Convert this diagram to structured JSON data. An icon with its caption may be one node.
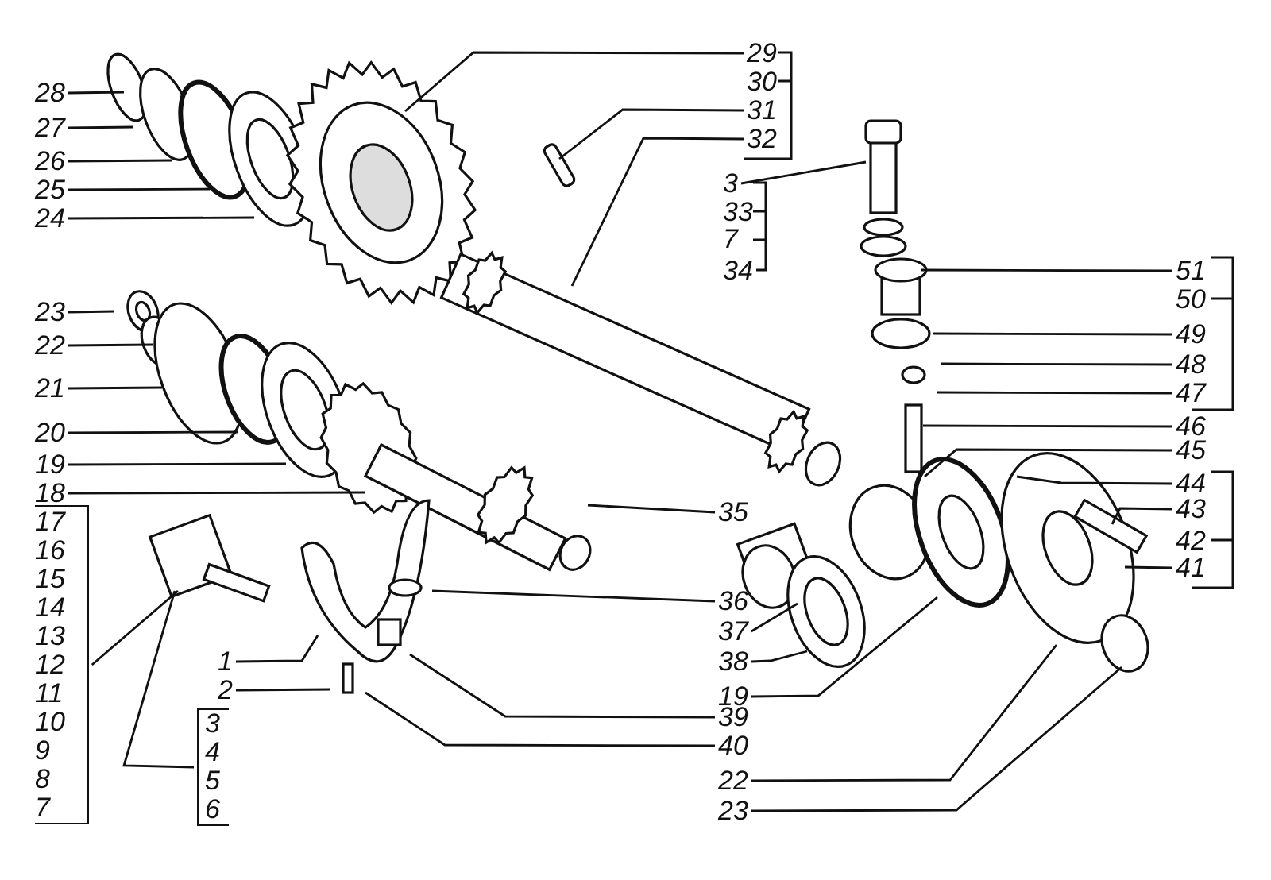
{
  "diagram": {
    "nodes": [
      {
        "text": [
          "28"
        ]
      },
      {
        "text": [
          "27"
        ]
      },
      {
        "text": [
          "26"
        ]
      },
      {
        "text": [
          "25"
        ]
      },
      {
        "text": [
          "24"
        ]
      },
      {
        "text": [
          "23"
        ]
      },
      {
        "text": [
          "22"
        ]
      },
      {
        "text": [
          "21"
        ]
      },
      {
        "text": [
          "20"
        ]
      },
      {
        "text": [
          "19"
        ]
      },
      {
        "text": [
          "18"
        ]
      },
      {
        "text": [
          "17",
          "16",
          "15",
          "14",
          "13",
          "12",
          "11",
          "10",
          "9",
          "8",
          "7"
        ]
      },
      {
        "text": [
          "3",
          "4",
          "5",
          "6"
        ]
      },
      {
        "text": [
          "1"
        ]
      },
      {
        "text": [
          "2"
        ]
      },
      {
        "text": [
          "29"
        ]
      },
      {
        "text": [
          "31"
        ]
      },
      {
        "text": [
          "32"
        ]
      },
      {
        "text": [
          "3"
        ]
      },
      {
        "text": [
          "51"
        ]
      },
      {
        "text": [
          "49"
        ]
      },
      {
        "text": [
          "48"
        ]
      },
      {
        "text": [
          "47"
        ]
      },
      {
        "text": [
          "46"
        ]
      },
      {
        "text": [
          "45"
        ]
      },
      {
        "text": [
          "44"
        ]
      },
      {
        "text": [
          "43"
        ]
      },
      {
        "text": [
          "41"
        ]
      },
      {
        "text": [
          "35"
        ]
      },
      {
        "text": [
          "36"
        ]
      },
      {
        "text": [
          "37"
        ]
      },
      {
        "text": [
          "38"
        ]
      },
      {
        "text": [
          "19"
        ]
      },
      {
        "text": [
          "39"
        ]
      },
      {
        "text": [
          "40"
        ]
      },
      {
        "text": [
          "22"
        ]
      },
      {
        "text": [
          "23"
        ]
      }
    ],
    "edges": [
      {
        "from": 0,
        "to": null,
        "arrow": "none"
      },
      {
        "from": 1,
        "to": null,
        "arrow": "none"
      },
      {
        "from": 2,
        "to": null,
        "arrow": "none"
      },
      {
        "from": 3,
        "to": null,
        "arrow": "none"
      },
      {
        "from": 4,
        "to": null,
        "arrow": "none"
      },
      {
        "from": 5,
        "to": null,
        "arrow": "none"
      },
      {
        "from": 6,
        "to": null,
        "arrow": "none"
      },
      {
        "from": 7,
        "to": null,
        "arrow": "none"
      },
      {
        "from": 8,
        "to": null,
        "arrow": "none"
      },
      {
        "from": 9,
        "to": null,
        "arrow": "none"
      },
      {
        "from": 10,
        "to": null,
        "arrow": "none"
      },
      {
        "from": 11,
        "to": null,
        "arrow": "none"
      },
      {
        "from": 12,
        "to": null,
        "arrow": "none"
      },
      {
        "from": 13,
        "to": null,
        "arrow": "none"
      },
      {
        "from": 14,
        "to": null,
        "arrow": "none"
      },
      {
        "from": 15,
        "to": null,
        "arrow": "none"
      },
      {
        "from": 16,
        "to": null,
        "arrow": "none"
      },
      {
        "from": 17,
        "to": null,
        "arrow": "none"
      },
      {
        "from": 18,
        "to": null,
        "arrow": "none"
      },
      {
        "from": 19,
        "to": null,
        "arrow": "none"
      },
      {
        "from": 20,
        "to": null,
        "arrow": "none"
      },
      {
        "from": 21,
        "to": null,
        "arrow": "none"
      },
      {
        "from": 22,
        "to": null,
        "arrow": "none"
      },
      {
        "from": 23,
        "to": null,
        "arrow": "none"
      },
      {
        "from": 24,
        "to": null,
        "arrow": "none"
      },
      {
        "from": 25,
        "to": null,
        "arrow": "none"
      },
      {
        "from": 26,
        "to": null,
        "arrow": "none"
      },
      {
        "from": 27,
        "to": null,
        "arrow": "none"
      },
      {
        "from": 28,
        "to": null,
        "arrow": "none"
      },
      {
        "from": 29,
        "to": null,
        "arrow": "none"
      },
      {
        "from": 30,
        "to": null,
        "arrow": "none"
      },
      {
        "from": 31,
        "to": null,
        "arrow": "none"
      },
      {
        "from": 32,
        "to": null,
        "arrow": "none"
      },
      {
        "from": 33,
        "to": null,
        "arrow": "none"
      },
      {
        "from": 34,
        "to": null,
        "arrow": "none"
      },
      {
        "from": 35,
        "to": null,
        "arrow": "none"
      },
      {
        "from": 36,
        "to": null,
        "arrow": "none"
      }
    ],
    "labels": [
      "30",
      "33",
      "7",
      "34",
      "50",
      "42"
    ]
  }
}
